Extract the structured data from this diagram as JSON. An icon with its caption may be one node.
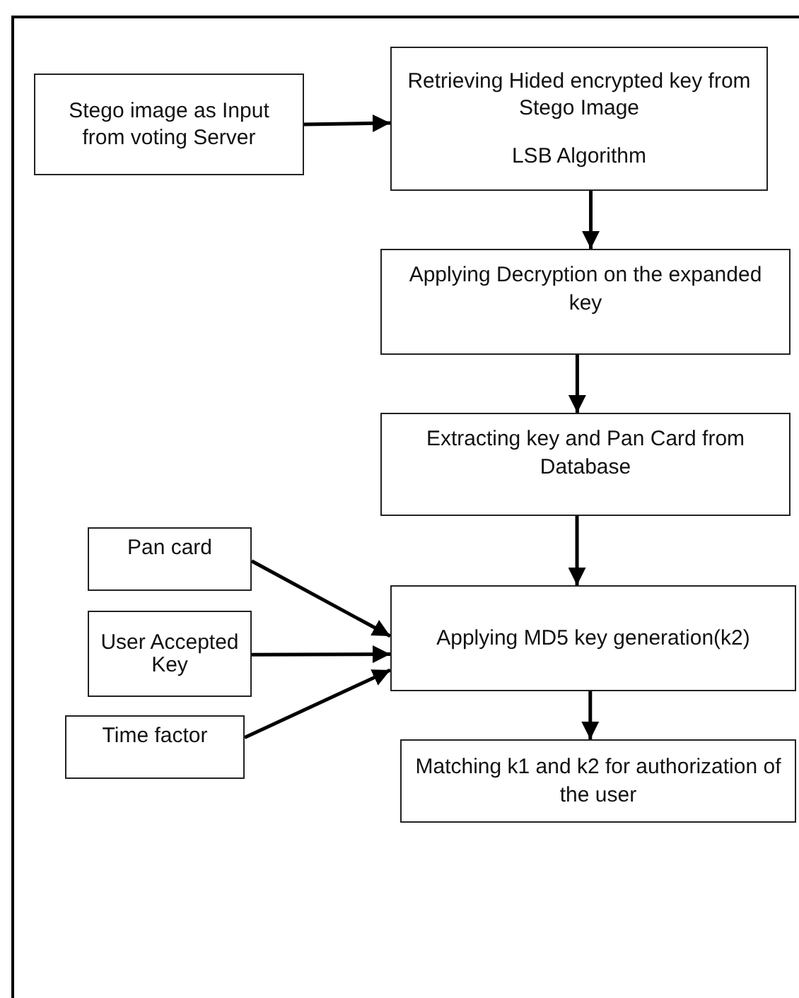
{
  "diagram": {
    "nodes": [
      {
        "text": [
          "Stego image as Input from voting Server"
        ]
      },
      {
        "text": [
          "Retrieving Hided encrypted key from Stego Image",
          "LSB Algorithm"
        ]
      },
      {
        "text": [
          "Applying Decryption on the expanded key"
        ]
      },
      {
        "text": [
          "Extracting key and Pan Card from  Database"
        ]
      },
      {
        "text": [
          "Pan card"
        ]
      },
      {
        "text": [
          "User Accepted Key"
        ]
      },
      {
        "text": [
          "Time factor"
        ]
      },
      {
        "text": [
          "Applying MD5 key generation(k2)"
        ]
      },
      {
        "text": [
          "Matching k1 and k2 for authorization of the user"
        ]
      }
    ],
    "edges": [
      {
        "from": 0,
        "to": 1,
        "arrow": "to"
      },
      {
        "from": 1,
        "to": 2,
        "arrow": "to"
      },
      {
        "from": 2,
        "to": 3,
        "arrow": "to"
      },
      {
        "from": 3,
        "to": 7,
        "arrow": "to"
      },
      {
        "from": 4,
        "to": 7,
        "arrow": "to"
      },
      {
        "from": 5,
        "to": 7,
        "arrow": "to"
      },
      {
        "from": 6,
        "to": 7,
        "arrow": "to"
      },
      {
        "from": 7,
        "to": 8,
        "arrow": "to"
      }
    ]
  }
}
